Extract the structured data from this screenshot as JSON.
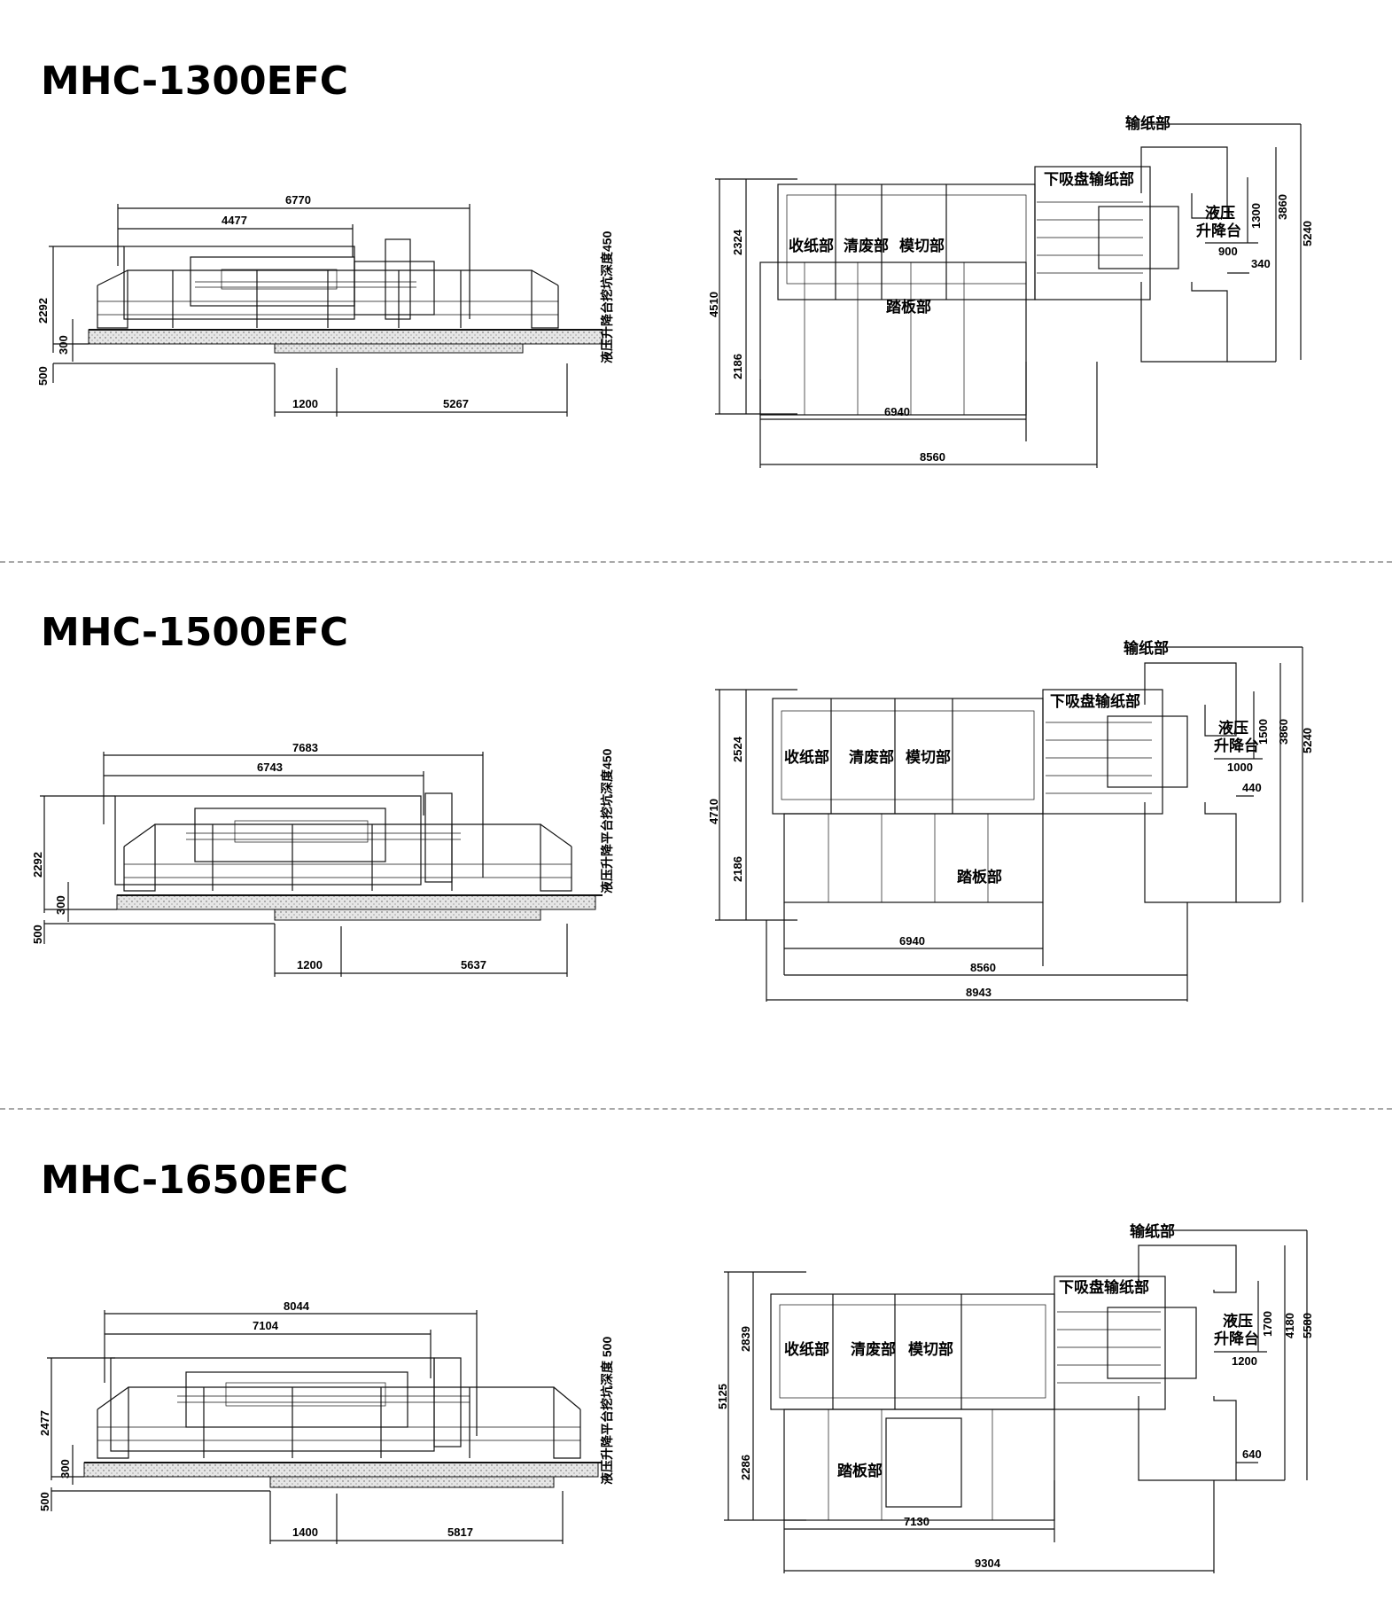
{
  "sections": [
    {
      "title": "MHC-1300EFC",
      "side": {
        "top_a": "6770",
        "top_b": "4477",
        "h_total": "2292",
        "h_step": "300",
        "h_base": "500",
        "bot_a": "1200",
        "bot_b": "5267",
        "pit_note": "液压升降台挖坑深度450"
      },
      "plan": {
        "feeder": "输纸部",
        "suction": "下吸盘输纸部",
        "delivery": "收纸部",
        "stripping": "清废部",
        "diecut": "模切部",
        "lift1": "液压",
        "lift2": "升降台",
        "platform": "踏板部",
        "h_top": "2324",
        "h_total": "4510",
        "h_bot": "2186",
        "w_small": "900",
        "h_small": "1300",
        "h_mid": "3860",
        "h_right": "5240",
        "w_side": "340",
        "w_a": "6940",
        "w_b": "8560",
        "w_c": ""
      }
    },
    {
      "title": "MHC-1500EFC",
      "side": {
        "top_a": "7683",
        "top_b": "6743",
        "h_total": "2292",
        "h_step": "300",
        "h_base": "500",
        "bot_a": "1200",
        "bot_b": "5637",
        "pit_note": "液压升降平台挖坑深度450"
      },
      "plan": {
        "feeder": "输纸部",
        "suction": "下吸盘输纸部",
        "delivery": "收纸部",
        "stripping": "清废部",
        "diecut": "模切部",
        "lift1": "液压",
        "lift2": "升降台",
        "platform": "踏板部",
        "h_top": "2524",
        "h_total": "4710",
        "h_bot": "2186",
        "w_small": "1000",
        "h_small": "1500",
        "h_mid": "3860",
        "h_right": "5240",
        "w_side": "440",
        "w_a": "6940",
        "w_b": "8560",
        "w_c": "8943"
      }
    },
    {
      "title": "MHC-1650EFC",
      "side": {
        "top_a": "8044",
        "top_b": "7104",
        "h_total": "2477",
        "h_step": "300",
        "h_base": "500",
        "bot_a": "1400",
        "bot_b": "5817",
        "pit_note": "液压升降平台挖坑深度 500"
      },
      "plan": {
        "feeder": "输纸部",
        "suction": "下吸盘输纸部",
        "delivery": "收纸部",
        "stripping": "清废部",
        "diecut": "模切部",
        "lift1": "液压",
        "lift2": "升降台",
        "platform": "踏板部",
        "h_top": "2839",
        "h_total": "5125",
        "h_bot": "2286",
        "w_small": "1200",
        "h_small": "1700",
        "h_mid": "4180",
        "h_right": "5580",
        "w_side": "640",
        "w_a": "7130",
        "w_b": "9304",
        "w_c": ""
      }
    }
  ],
  "colors": {
    "line": "#111111",
    "divider": "#a8a8a8",
    "concrete": "#d9d9d9"
  }
}
